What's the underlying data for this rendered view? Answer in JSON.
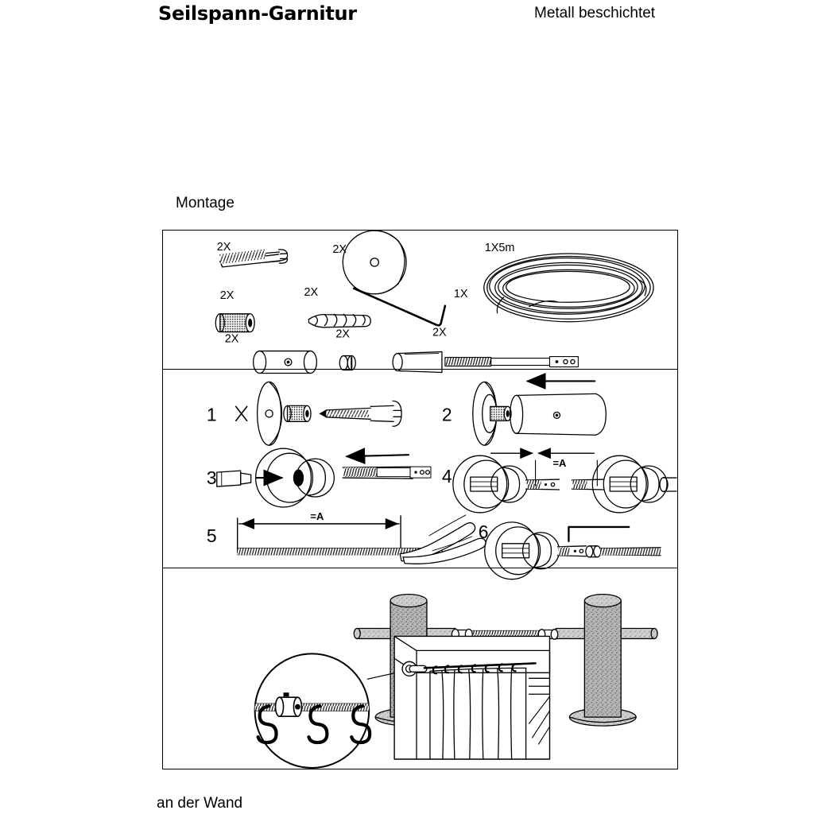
{
  "header": {
    "title": "Seilspann-Garnitur",
    "subtitle": "Metall beschichtet"
  },
  "captions": {
    "top": "Montage",
    "bottom": "an der Wand"
  },
  "parts_list": {
    "section_name": "parts",
    "items": [
      {
        "id": "screw",
        "qty": "2X",
        "icon": "screw-icon"
      },
      {
        "id": "disc-cap",
        "qty": "2X",
        "icon": "disc-icon"
      },
      {
        "id": "cable-coil",
        "qty": "1X 5m",
        "icon": "cable-coil-icon"
      },
      {
        "id": "knurled-sleeve",
        "qty": "2X",
        "icon": "knurled-sleeve-icon"
      },
      {
        "id": "wall-plug",
        "qty": "2X",
        "icon": "wall-plug-icon"
      },
      {
        "id": "allen-key",
        "qty": "1X",
        "icon": "allen-key-icon"
      },
      {
        "id": "cylinder",
        "qty": "2X",
        "icon": "cylinder-icon"
      },
      {
        "id": "small-ring",
        "qty": "2X",
        "icon": "small-ring-icon"
      },
      {
        "id": "tensioner-rod",
        "qty": "2X",
        "icon": "tensioner-rod-icon"
      }
    ]
  },
  "steps": [
    {
      "number": "1",
      "label": ""
    },
    {
      "number": "2",
      "label": ""
    },
    {
      "number": "3",
      "label": ""
    },
    {
      "number": "4",
      "label": "=A"
    },
    {
      "number": "5",
      "label": "=A"
    },
    {
      "number": "6",
      "label": ""
    }
  ],
  "dimension_labels": {
    "step4": "=A",
    "step5": "=A"
  },
  "colors": {
    "ink": "#000000",
    "paper": "#ffffff",
    "texture_grey": "#9a9a9a",
    "texture_grey_light": "#c4c4c4"
  }
}
